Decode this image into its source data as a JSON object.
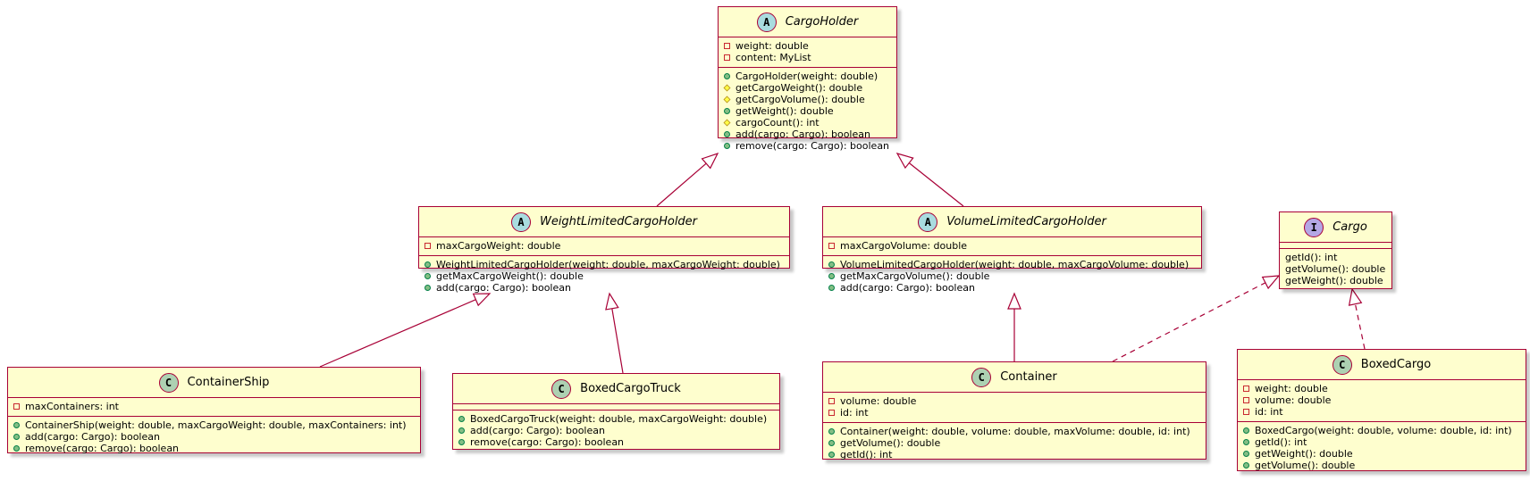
{
  "colors": {
    "background": "#ffffff",
    "class_fill": "#fefece",
    "border": "#a80036",
    "abstract_badge": "#a9dcdf",
    "class_badge": "#add1b2",
    "interface_badge": "#b4a7e5"
  },
  "classes": {
    "cargoholder": {
      "badge": "A",
      "name": "CargoHolder",
      "fields": [
        {
          "vis": "priv",
          "text": "weight: double"
        },
        {
          "vis": "priv",
          "text": "content: MyList"
        }
      ],
      "methods": [
        {
          "vis": "pub",
          "text": "CargoHolder(weight: double)"
        },
        {
          "vis": "prot",
          "text": "getCargoWeight(): double"
        },
        {
          "vis": "prot",
          "text": "getCargoVolume(): double"
        },
        {
          "vis": "pub",
          "text": "getWeight(): double"
        },
        {
          "vis": "prot",
          "text": "cargoCount(): int"
        },
        {
          "vis": "pub",
          "text": "add(cargo: Cargo): boolean"
        },
        {
          "vis": "pub",
          "text": "remove(cargo: Cargo): boolean"
        }
      ]
    },
    "weightlimited": {
      "badge": "A",
      "name": "WeightLimitedCargoHolder",
      "fields": [
        {
          "vis": "priv",
          "text": "maxCargoWeight: double"
        }
      ],
      "methods": [
        {
          "vis": "pub",
          "text": "WeightLimitedCargoHolder(weight: double, maxCargoWeight: double)"
        },
        {
          "vis": "pub",
          "text": "getMaxCargoWeight(): double"
        },
        {
          "vis": "pub",
          "text": "add(cargo: Cargo): boolean"
        }
      ]
    },
    "volumelimited": {
      "badge": "A",
      "name": "VolumeLimitedCargoHolder",
      "fields": [
        {
          "vis": "priv",
          "text": "maxCargoVolume: double"
        }
      ],
      "methods": [
        {
          "vis": "pub",
          "text": "VolumeLimitedCargoHolder(weight: double, maxCargoVolume: double)"
        },
        {
          "vis": "pub",
          "text": "getMaxCargoVolume(): double"
        },
        {
          "vis": "pub",
          "text": "add(cargo: Cargo): boolean"
        }
      ]
    },
    "cargo": {
      "badge": "I",
      "name": "Cargo",
      "fields": [],
      "methods": [
        {
          "vis": "none",
          "text": "getId(): int"
        },
        {
          "vis": "none",
          "text": "getVolume(): double"
        },
        {
          "vis": "none",
          "text": "getWeight(): double"
        }
      ]
    },
    "containership": {
      "badge": "C",
      "name": "ContainerShip",
      "fields": [
        {
          "vis": "priv",
          "text": "maxContainers: int"
        }
      ],
      "methods": [
        {
          "vis": "pub",
          "text": "ContainerShip(weight: double, maxCargoWeight: double, maxContainers: int)"
        },
        {
          "vis": "pub",
          "text": "add(cargo: Cargo): boolean"
        },
        {
          "vis": "pub",
          "text": "remove(cargo: Cargo): boolean"
        }
      ]
    },
    "boxedcargotruck": {
      "badge": "C",
      "name": "BoxedCargoTruck",
      "fields": [],
      "methods": [
        {
          "vis": "pub",
          "text": "BoxedCargoTruck(weight: double, maxCargoWeight: double)"
        },
        {
          "vis": "pub",
          "text": "add(cargo: Cargo): boolean"
        },
        {
          "vis": "pub",
          "text": "remove(cargo: Cargo): boolean"
        }
      ]
    },
    "container": {
      "badge": "C",
      "name": "Container",
      "fields": [
        {
          "vis": "priv",
          "text": "volume: double"
        },
        {
          "vis": "priv",
          "text": "id: int"
        }
      ],
      "methods": [
        {
          "vis": "pub",
          "text": "Container(weight: double, volume: double, maxVolume: double, id: int)"
        },
        {
          "vis": "pub",
          "text": "getVolume(): double"
        },
        {
          "vis": "pub",
          "text": "getId(): int"
        }
      ]
    },
    "boxedcargo": {
      "badge": "C",
      "name": "BoxedCargo",
      "fields": [
        {
          "vis": "priv",
          "text": "weight: double"
        },
        {
          "vis": "priv",
          "text": "volume: double"
        },
        {
          "vis": "priv",
          "text": "id: int"
        }
      ],
      "methods": [
        {
          "vis": "pub",
          "text": "BoxedCargo(weight: double, volume: double, id: int)"
        },
        {
          "vis": "pub",
          "text": "getId(): int"
        },
        {
          "vis": "pub",
          "text": "getWeight(): double"
        },
        {
          "vis": "pub",
          "text": "getVolume(): double"
        }
      ]
    }
  },
  "relations": [
    {
      "from": "weightlimited",
      "to": "cargoholder",
      "type": "extends"
    },
    {
      "from": "volumelimited",
      "to": "cargoholder",
      "type": "extends"
    },
    {
      "from": "containership",
      "to": "weightlimited",
      "type": "extends"
    },
    {
      "from": "boxedcargotruck",
      "to": "weightlimited",
      "type": "extends"
    },
    {
      "from": "container",
      "to": "volumelimited",
      "type": "extends"
    },
    {
      "from": "container",
      "to": "cargo",
      "type": "implements"
    },
    {
      "from": "boxedcargo",
      "to": "cargo",
      "type": "implements"
    }
  ]
}
